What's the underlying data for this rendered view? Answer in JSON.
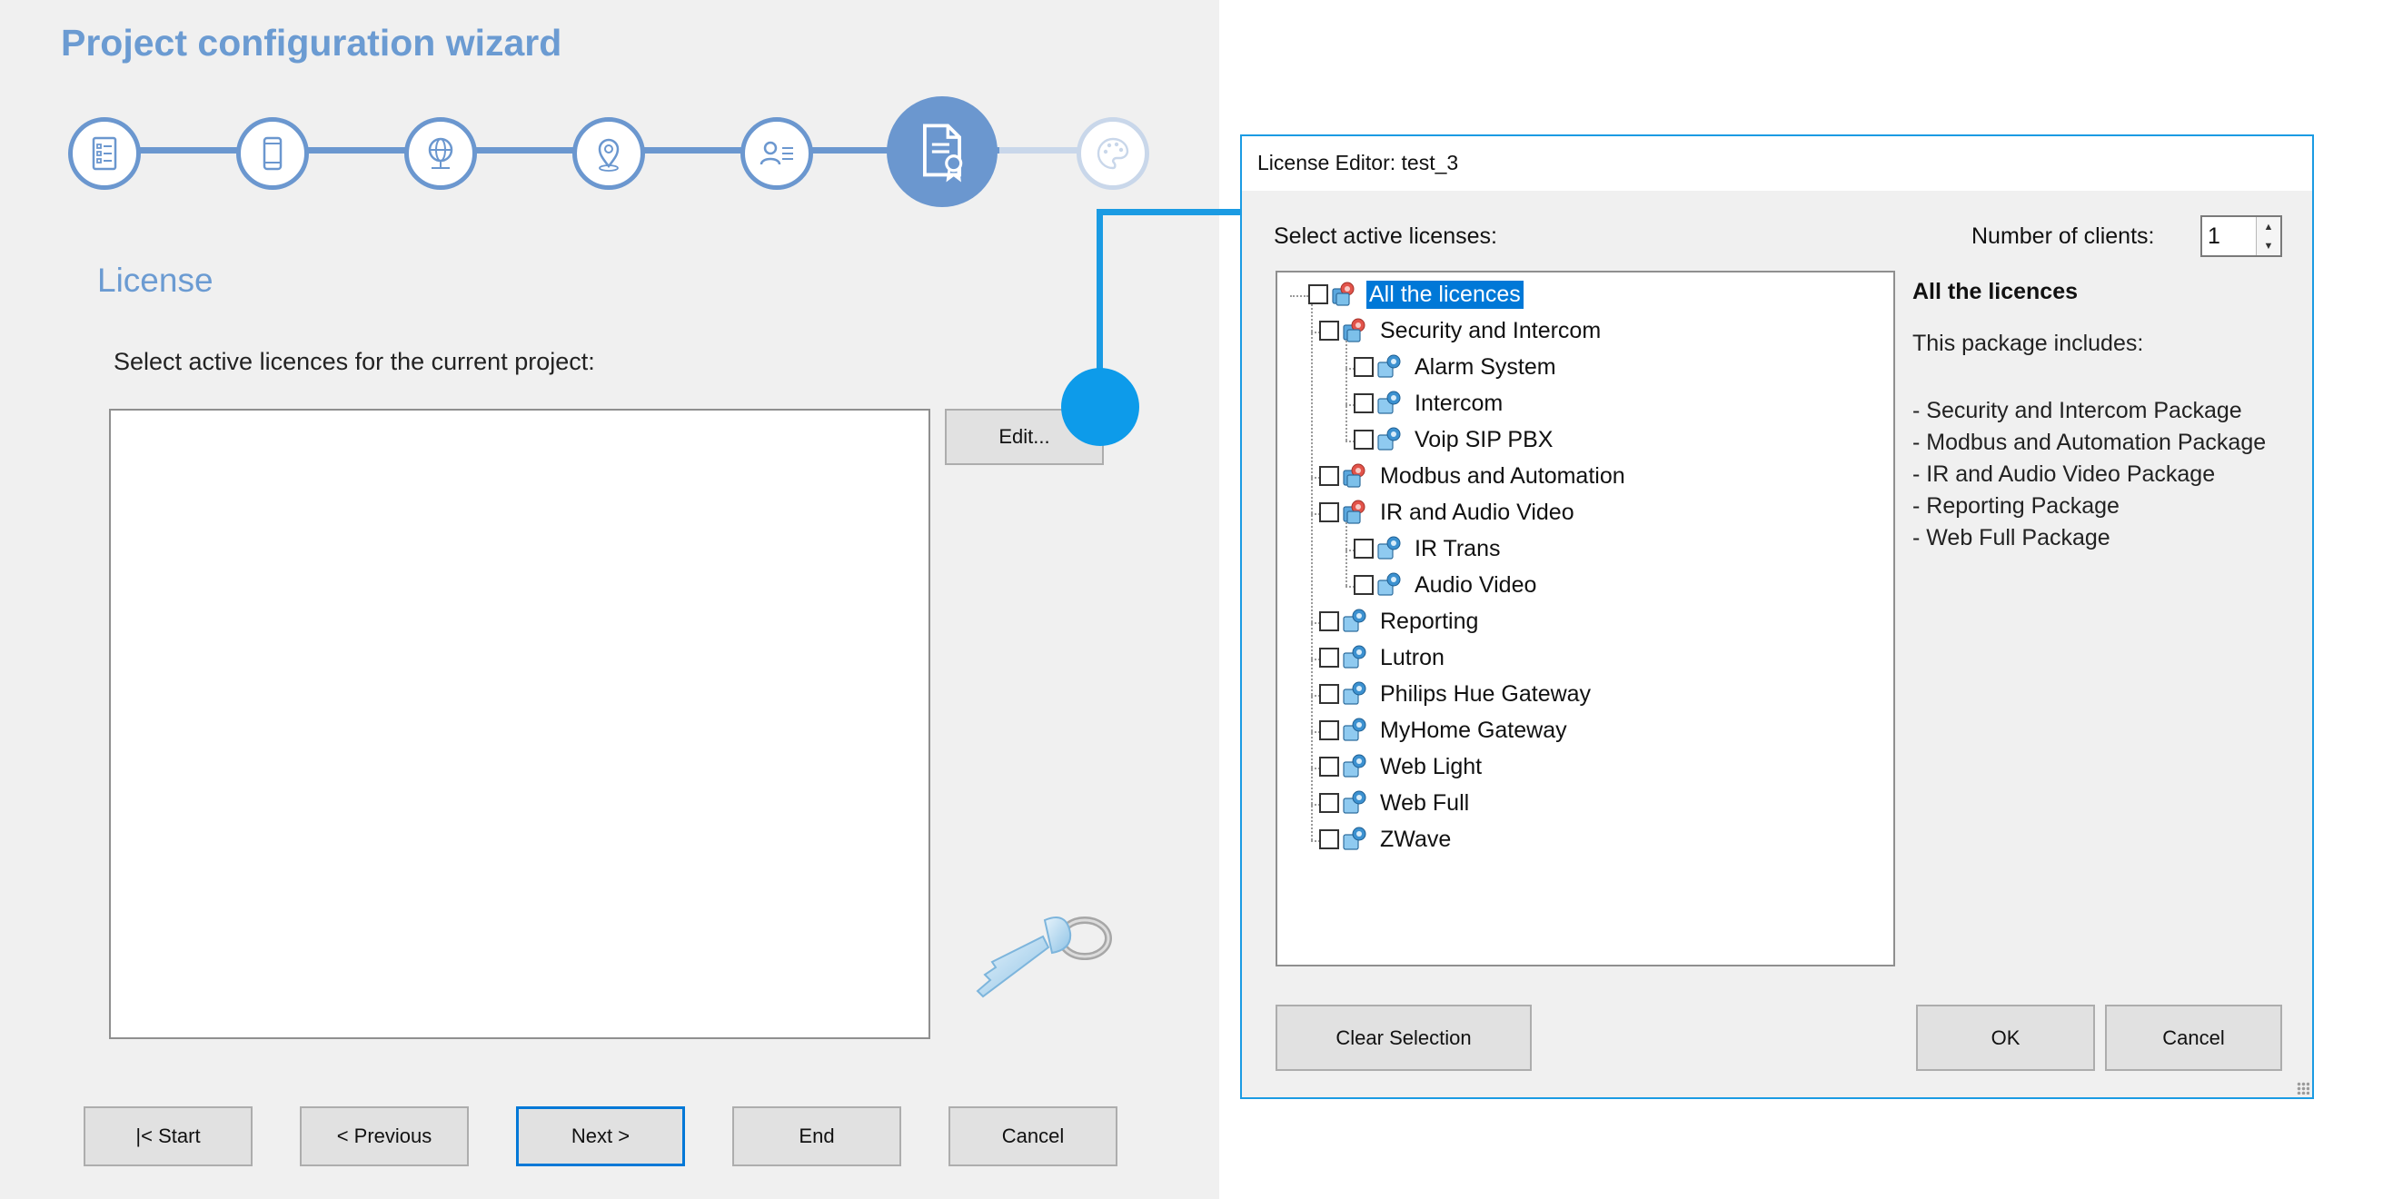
{
  "wizard": {
    "title": "Project configuration wizard",
    "steps": [
      {
        "icon": "checklist-icon"
      },
      {
        "icon": "smartphone-icon"
      },
      {
        "icon": "globe-network-icon"
      },
      {
        "icon": "location-pin-icon"
      },
      {
        "icon": "user-card-icon"
      },
      {
        "icon": "license-certificate-icon",
        "active": true
      },
      {
        "icon": "palette-icon",
        "faded": true
      }
    ],
    "section_title": "License",
    "instruction": "Select active licences for the current project:",
    "edit_label": "Edit...",
    "buttons": {
      "start": "|< Start",
      "previous": "< Previous",
      "next": "Next >",
      "end": "End",
      "cancel": "Cancel"
    }
  },
  "dialog": {
    "title": "License Editor: test_3",
    "select_label": "Select active licenses:",
    "clients_label": "Number of clients:",
    "clients_value": "1",
    "tree": [
      {
        "label": "All the licences",
        "level": 0,
        "icon": "package-icon",
        "selected": true
      },
      {
        "label": "Security and Intercom",
        "level": 1,
        "icon": "package-icon"
      },
      {
        "label": "Alarm System",
        "level": 2,
        "icon": "license-icon"
      },
      {
        "label": "Intercom",
        "level": 2,
        "icon": "license-icon"
      },
      {
        "label": "Voip SIP PBX",
        "level": 2,
        "icon": "license-icon"
      },
      {
        "label": "Modbus and Automation",
        "level": 1,
        "icon": "package-icon"
      },
      {
        "label": "IR and Audio Video",
        "level": 1,
        "icon": "package-icon"
      },
      {
        "label": "IR Trans",
        "level": 2,
        "icon": "license-icon"
      },
      {
        "label": "Audio Video",
        "level": 2,
        "icon": "license-icon"
      },
      {
        "label": "Reporting",
        "level": 1,
        "icon": "license-icon"
      },
      {
        "label": "Lutron",
        "level": 1,
        "icon": "license-icon"
      },
      {
        "label": "Philips Hue Gateway",
        "level": 1,
        "icon": "license-icon"
      },
      {
        "label": "MyHome Gateway",
        "level": 1,
        "icon": "license-icon"
      },
      {
        "label": "Web Light",
        "level": 1,
        "icon": "license-icon"
      },
      {
        "label": "Web Full",
        "level": 1,
        "icon": "license-icon"
      },
      {
        "label": "ZWave",
        "level": 1,
        "icon": "license-icon"
      }
    ],
    "description": {
      "title": "All the licences",
      "subtitle": "This package includes:",
      "items": [
        "- Security and Intercom Package",
        "- Modbus and Automation Package",
        "- IR and Audio Video Package",
        "- Reporting Package",
        "- Web Full Package"
      ]
    },
    "buttons": {
      "clear_selection": "Clear Selection",
      "ok": "OK",
      "cancel": "Cancel"
    }
  },
  "colors": {
    "accent": "#6b97cf",
    "title": "#6b9bd2",
    "callout": "#1b9be3",
    "selection": "#0078d7"
  }
}
